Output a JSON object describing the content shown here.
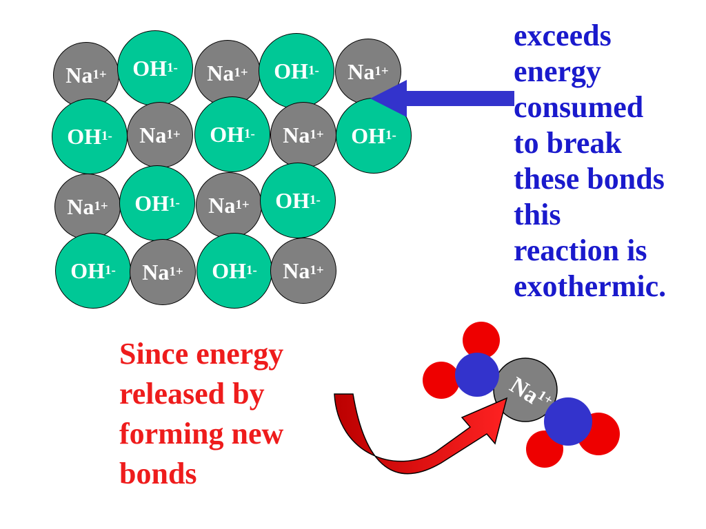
{
  "colors": {
    "sodium": "#808080",
    "hydroxide": "#00c896",
    "blue_text": "#1a1acc",
    "red_text": "#ee1c1c",
    "arrow_blue": "#3333cc",
    "oxygen": "#ee0000",
    "hydrogen_center": "#3333cc"
  },
  "ions": {
    "na": "Na",
    "na_charge": "1+",
    "oh": "OH",
    "oh_charge": "1-"
  },
  "lattice_rows": [
    [
      "Na",
      "OH",
      "Na",
      "OH",
      "Na"
    ],
    [
      "OH",
      "Na",
      "OH",
      "Na",
      "OH"
    ],
    [
      "Na",
      "OH",
      "Na",
      "OH"
    ],
    [
      "OH",
      "Na",
      "OH",
      "Na"
    ]
  ],
  "blue_text_lines": [
    "exceeds",
    "energy",
    "consumed",
    "to break",
    "these bonds",
    "this",
    "reaction is",
    "exothermic."
  ],
  "red_text_lines": [
    "Since energy",
    "released by",
    "forming new",
    "bonds"
  ],
  "hydrated_ion": {
    "label": "Na",
    "charge": "1+"
  }
}
